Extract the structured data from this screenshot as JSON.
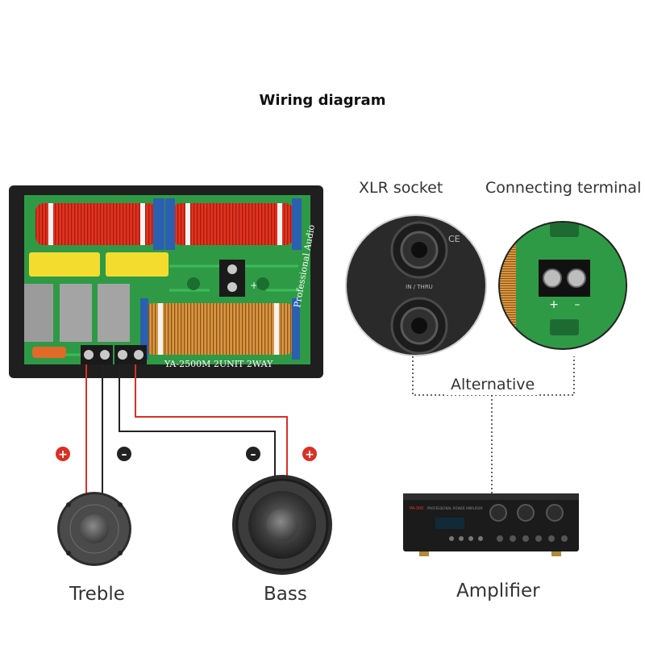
{
  "title": "Wiring diagram",
  "labels": {
    "xlr_socket": "XLR socket",
    "connecting_terminal": "Connecting terminal",
    "alternative": "Alternative",
    "treble": "Treble",
    "bass": "Bass",
    "amplifier": "Amplifier"
  },
  "pcb": {
    "silk_vertical": "Professional Audio",
    "silk_bottom": "YA-2500M  2UNIT  2WAY",
    "terminal_plus": "+",
    "terminal_minus": "–"
  },
  "xlr": {
    "label": "IN / THRU",
    "mark": "CE"
  },
  "terminal_zoom": {
    "plus": "+",
    "minus": "–"
  },
  "polarity": {
    "treble_plus": "+",
    "treble_minus": "–",
    "bass_minus": "–",
    "bass_plus": "+"
  },
  "amplifier": {
    "model": "PA-300",
    "subtitle": "PROFESSIONAL POWER AMPLIFIER"
  },
  "colors": {
    "wire_red": "#d93025",
    "wire_black": "#222222",
    "pcb_green": "#2f9a45",
    "coil_red": "#e4321e",
    "coil_copper": "#cf8a35"
  }
}
